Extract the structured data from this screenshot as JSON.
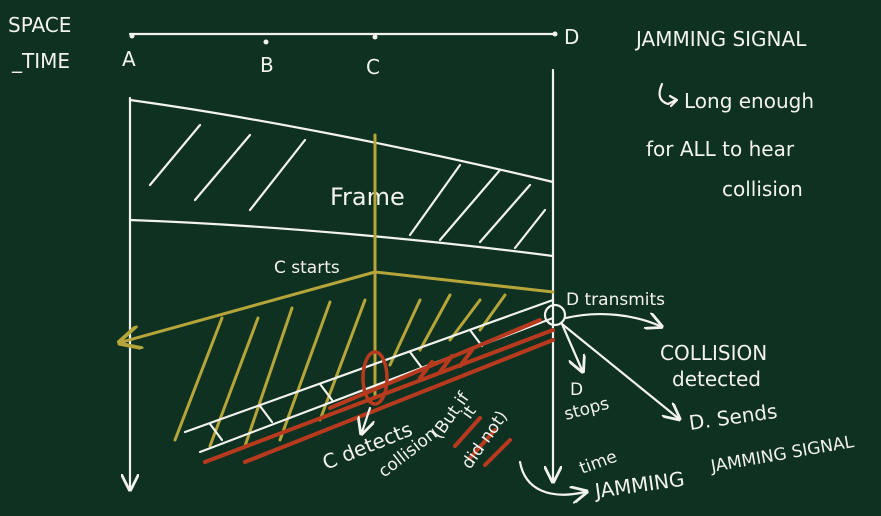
{
  "labels": {
    "space": "SPACE",
    "time_axis": "_TIME",
    "node_a": "A",
    "node_b": "B",
    "node_c": "C",
    "node_d": "D",
    "jamming_title": "JAMMING SIGNAL",
    "jamming_note_1": "Long enough",
    "jamming_note_2": "for ALL to hear",
    "jamming_note_3": "collision",
    "frame": "Frame",
    "c_starts": "C starts",
    "d_transmits": "D transmits",
    "collision_1": "COLLISION",
    "collision_2": "detected",
    "d_stops_1": "D",
    "d_stops_2": "stops",
    "d_sends_1": "D. Sends",
    "d_sends_2": "JAMMING SIGNAL",
    "c_detects_1": "C detects",
    "c_detects_2": "collision",
    "but_1": "(But if",
    "but_2": "it",
    "but_3": "did not)",
    "time_label": "time",
    "jamming_bottom": "JAMMING"
  },
  "colors": {
    "background": "#0f3121",
    "chalk": "#f2f2ee",
    "yellow": "#b5a53a",
    "red": "#b73a1f"
  }
}
